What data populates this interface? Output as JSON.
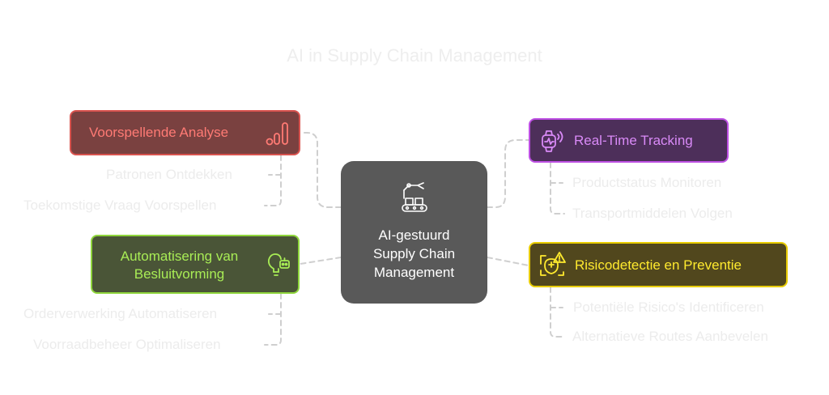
{
  "title": "AI in Supply Chain Management",
  "center": {
    "lines": [
      "AI-gestuurd",
      "Supply Chain",
      "Management"
    ],
    "icon": "robot-arm-conveyor-icon"
  },
  "branches": [
    {
      "id": "predictive",
      "label": "Voorspellende Analyse",
      "icon": "bar-chart-icon",
      "color": "#d9534f",
      "children": [
        "Patronen Ontdekken",
        "Toekomstige Vraag Voorspellen"
      ]
    },
    {
      "id": "automation",
      "label_lines": [
        "Automatisering van",
        "Besluitvorming"
      ],
      "icon": "lightbulb-robot-icon",
      "color": "#8fd63c",
      "children": [
        "Orderverwerking Automatiseren",
        "Voorraadbeheer Optimaliseren"
      ]
    },
    {
      "id": "tracking",
      "label": "Real-Time Tracking",
      "icon": "smartwatch-signal-icon",
      "color": "#bd4fe3",
      "children": [
        "Productstatus Monitoren",
        "Transportmiddelen Volgen"
      ]
    },
    {
      "id": "risk",
      "label": "Risicodetectie en Preventie",
      "icon": "warning-shield-icon",
      "color": "#e8cc00",
      "children": [
        "Potentiële Risico's Identificeren",
        "Alternatieve Routes Aanbevelen"
      ]
    }
  ]
}
